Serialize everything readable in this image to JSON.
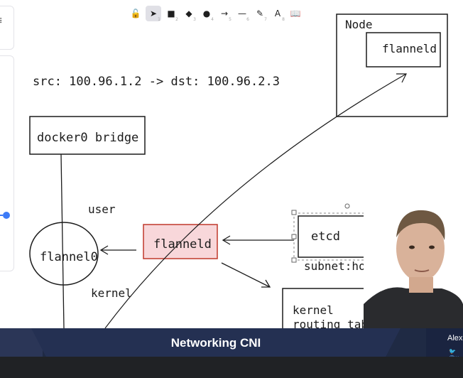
{
  "toolbar": {
    "tools": [
      {
        "name": "lock-icon",
        "glyph": "🔓",
        "num": ""
      },
      {
        "name": "select-tool",
        "glyph": "➤",
        "num": "1"
      },
      {
        "name": "rectangle-tool",
        "glyph": "■",
        "num": "2"
      },
      {
        "name": "diamond-tool",
        "glyph": "◆",
        "num": "3"
      },
      {
        "name": "ellipse-tool",
        "glyph": "●",
        "num": "4"
      },
      {
        "name": "arrow-tool",
        "glyph": "→",
        "num": "5"
      },
      {
        "name": "line-tool",
        "glyph": "—",
        "num": "6"
      },
      {
        "name": "pencil-tool",
        "glyph": "✎",
        "num": "7"
      },
      {
        "name": "text-tool",
        "glyph": "A",
        "num": "8"
      },
      {
        "name": "library-icon",
        "glyph": "📖",
        "num": ""
      }
    ]
  },
  "diagram": {
    "route_text": "src: 100.96.1.2 -> dst: 100.96.2.3",
    "docker_bridge": "docker0 bridge",
    "user_label": "user",
    "kernel_label": "kernel",
    "flannel0": "flannel0",
    "flanneld_center": "flanneld",
    "etcd": "etcd",
    "subnet_host": "subnet:host",
    "kernel_routing": "kernel",
    "kernel_routing_line2": "routing tab",
    "node_title": "Node",
    "node_flanneld": "flanneld"
  },
  "banner": {
    "title": "Networking CNI",
    "presenter": "Alex",
    "social": "🐦 @w"
  },
  "colors": {
    "flanneld_fill": "#f8d7da",
    "flanneld_stroke": "#c0392b",
    "banner_bg": "#243052"
  }
}
